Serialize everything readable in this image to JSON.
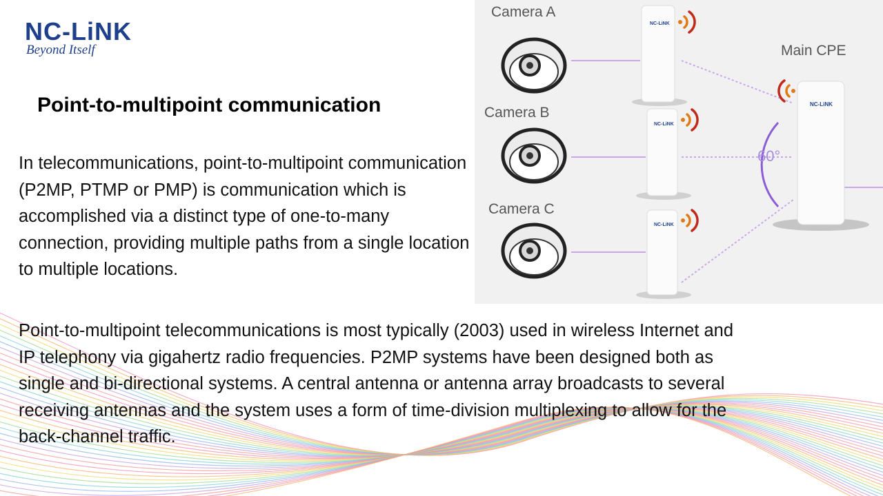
{
  "logo": {
    "brand": "NC-LiNK",
    "tagline": "Beyond Itself"
  },
  "title": "Point-to-multipoint communication",
  "paragraph1": "In telecommunications, point-to-multipoint communication (P2MP, PTMP or PMP) is communication which is accomplished via a distinct type of one-to-many connection, providing multiple paths from a single location to multiple locations.",
  "paragraph2": "Point-to-multipoint telecommunications is most typically (2003) used in wireless Internet and IP telephony via gigahertz radio frequencies. P2MP systems have been designed both as single and bi-directional systems. A central antenna or antenna array broadcasts to several receiving antennas and the system uses a form of time-division multiplexing to allow for the back-channel traffic.",
  "figure": {
    "cameras": [
      "Camera A",
      "Camera B",
      "Camera C"
    ],
    "main_label": "Main CPE",
    "angle": "60°",
    "device_brand": "NC-LiNK"
  },
  "colors": {
    "brand_blue": "#1d3f8c",
    "brand_red": "#e0302a",
    "link_purple": "#c9a6e8",
    "angle_purple": "#8b5cd6"
  }
}
